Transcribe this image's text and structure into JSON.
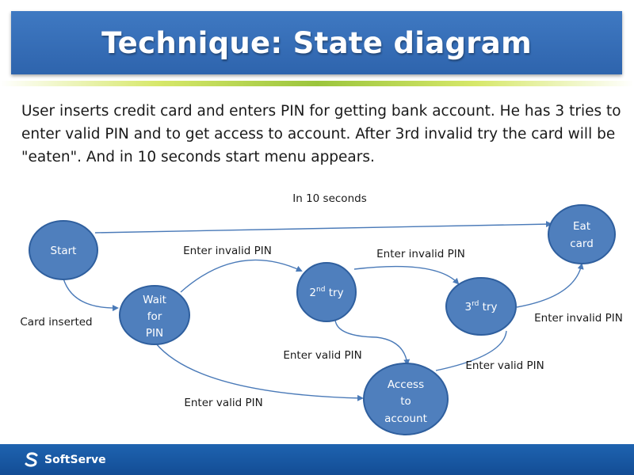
{
  "header": {
    "title": "Technique: State diagram"
  },
  "description": "User inserts credit card and enters PIN for getting bank account. He has 3 tries to enter valid PIN and to get access to account. After 3rd invalid try the card will be \"eaten\". And in 10 seconds start menu appears.",
  "diagram": {
    "states": {
      "start": {
        "line1": "Start"
      },
      "wait_pin": {
        "line1": "Wait",
        "line2": "for",
        "line3": "PIN"
      },
      "second_try": {
        "main": "2",
        "sup": "nd",
        "rest": " try"
      },
      "third_try": {
        "main": "3",
        "sup": "rd",
        "rest": " try"
      },
      "eat_card": {
        "line1": "Eat",
        "line2": "card"
      },
      "access": {
        "line1": "Access",
        "line2": "to",
        "line3": "account"
      }
    },
    "transitions": {
      "card_inserted": "Card inserted",
      "invalid_1": "Enter invalid PIN",
      "invalid_2": "Enter invalid PIN",
      "invalid_3": "Enter invalid PIN",
      "valid_from_wait": "Enter valid PIN",
      "valid_from_second": "Enter valid PIN",
      "valid_from_third": "Enter valid PIN",
      "timeout": "In 10 seconds"
    },
    "colors": {
      "state_fill": "#4f7fbd",
      "state_stroke": "#2f5f9e",
      "arrow": "#4a7ab8"
    }
  },
  "footer": {
    "logo_text": "SoftServe"
  }
}
